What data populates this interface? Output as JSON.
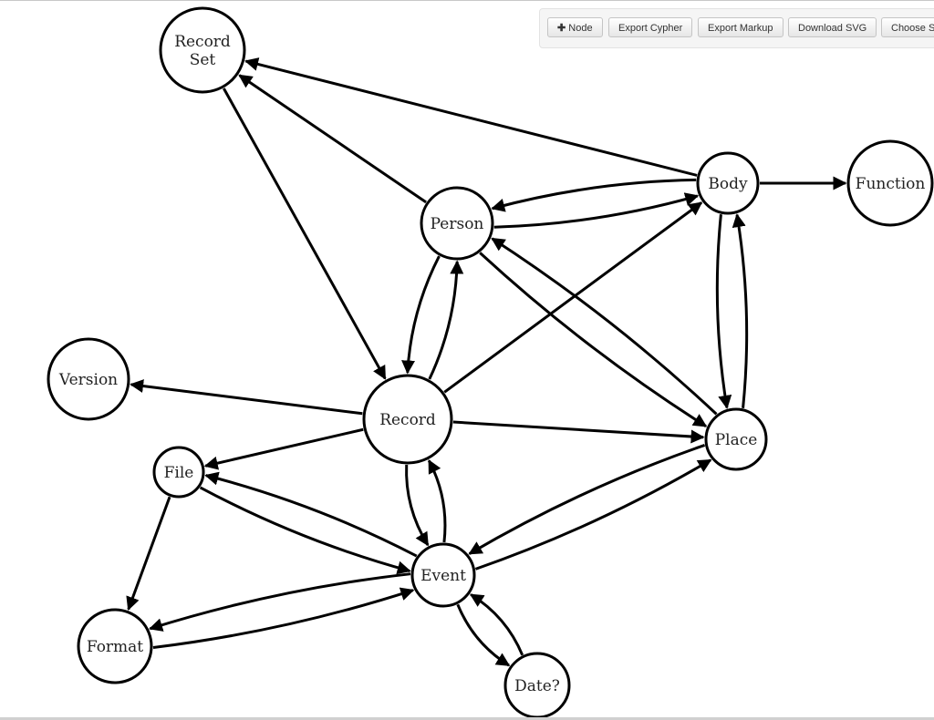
{
  "toolbar": {
    "buttons": [
      {
        "label": "Node",
        "icon": "plus-icon"
      },
      {
        "label": "Export Cypher"
      },
      {
        "label": "Export Markup"
      },
      {
        "label": "Download SVG"
      },
      {
        "label": "Choose S"
      }
    ]
  },
  "graph": {
    "nodes": [
      {
        "id": "recordset",
        "lines": [
          "Record",
          "Set"
        ]
      },
      {
        "id": "person",
        "lines": [
          "Person"
        ]
      },
      {
        "id": "body",
        "lines": [
          "Body"
        ]
      },
      {
        "id": "function",
        "lines": [
          "Function"
        ]
      },
      {
        "id": "version",
        "lines": [
          "Version"
        ]
      },
      {
        "id": "record",
        "lines": [
          "Record"
        ]
      },
      {
        "id": "place",
        "lines": [
          "Place"
        ]
      },
      {
        "id": "file",
        "lines": [
          "File"
        ]
      },
      {
        "id": "event",
        "lines": [
          "Event"
        ]
      },
      {
        "id": "format",
        "lines": [
          "Format"
        ]
      },
      {
        "id": "date",
        "lines": [
          "Date?"
        ]
      }
    ],
    "edges": [
      {
        "from": "body",
        "to": "recordset"
      },
      {
        "from": "person",
        "to": "recordset"
      },
      {
        "from": "recordset",
        "to": "record"
      },
      {
        "from": "body",
        "to": "function"
      },
      {
        "from": "person",
        "to": "body"
      },
      {
        "from": "body",
        "to": "person"
      },
      {
        "from": "person",
        "to": "record"
      },
      {
        "from": "record",
        "to": "person"
      },
      {
        "from": "person",
        "to": "place"
      },
      {
        "from": "place",
        "to": "person"
      },
      {
        "from": "record",
        "to": "body"
      },
      {
        "from": "body",
        "to": "place"
      },
      {
        "from": "place",
        "to": "body"
      },
      {
        "from": "record",
        "to": "version"
      },
      {
        "from": "record",
        "to": "place"
      },
      {
        "from": "record",
        "to": "file"
      },
      {
        "from": "file",
        "to": "event"
      },
      {
        "from": "event",
        "to": "file"
      },
      {
        "from": "record",
        "to": "event"
      },
      {
        "from": "event",
        "to": "record"
      },
      {
        "from": "place",
        "to": "event"
      },
      {
        "from": "event",
        "to": "place"
      },
      {
        "from": "file",
        "to": "format"
      },
      {
        "from": "format",
        "to": "event"
      },
      {
        "from": "event",
        "to": "format"
      },
      {
        "from": "event",
        "to": "date"
      },
      {
        "from": "date",
        "to": "event"
      }
    ]
  }
}
